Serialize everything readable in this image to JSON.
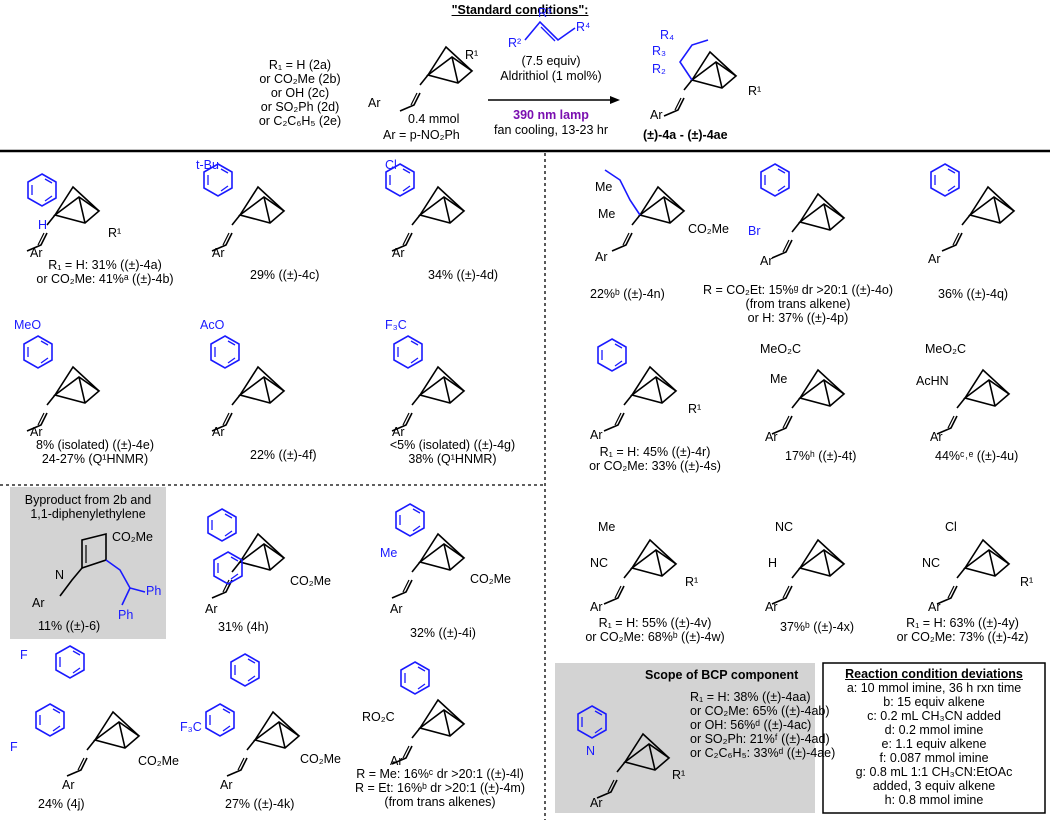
{
  "header": {
    "title": "\"Standard conditions\":",
    "r1_options": [
      "R₁ = H (2a)",
      "or CO₂Me (2b)",
      "or OH (2c)",
      "or SO₂Ph (2d)",
      "or C₂C₆H₅ (2e)"
    ],
    "imine_amount": "0.4 mmol",
    "ar_def": "Ar = p-NO₂Ph",
    "alkene_equiv": "(7.5 equiv)",
    "catalyst": "Aldrithiol (1 mol%)",
    "lamp": "390 nm lamp",
    "cooling": "fan cooling, 13-23 hr",
    "product_range": "(±)-4a - (±)-4ae"
  },
  "left_compounds": [
    {
      "id": "4a",
      "l1": "R₁ = H: 31% ((±)-4a)",
      "l2": "or CO₂Me: 41%ᵃ ((±)-4b)"
    },
    {
      "id": "4c",
      "l1": "29% ((±)-4c)"
    },
    {
      "id": "4d",
      "l1": "34% ((±)-4d)"
    },
    {
      "id": "4e",
      "l1": "8% (isolated) ((±)-4e)",
      "l2": "24-27% (Q¹HNMR)"
    },
    {
      "id": "4f",
      "l1": "22% ((±)-4f)"
    },
    {
      "id": "4g",
      "l1": "<5% (isolated) ((±)-4g)",
      "l2": "38% (Q¹HNMR)"
    },
    {
      "id": "4h",
      "l1": "31% (4h)"
    },
    {
      "id": "4i",
      "l1": "32% ((±)-4i)"
    },
    {
      "id": "4j",
      "l1": "24% (4j)"
    },
    {
      "id": "4k",
      "l1": "27% ((±)-4k)"
    },
    {
      "id": "4l",
      "l1": "R = Me: 16%ᶜ dr >20:1 ((±)-4l)",
      "l2": "R = Et: 16%ᵇ dr >20:1 ((±)-4m)",
      "l3": "(from trans alkenes)"
    }
  ],
  "byproduct": {
    "title1": "Byproduct from 2b and",
    "title2": "1,1-diphenylethylene",
    "yield": "11% ((±)-6)"
  },
  "right_compounds": [
    {
      "id": "4n",
      "l1": "22%ᵇ ((±)-4n)"
    },
    {
      "id": "4o",
      "l1": "R = CO₂Et: 15%ᵍ dr >20:1 ((±)-4o)",
      "l2": "(from trans alkene)",
      "l3": "or  H: 37% ((±)-4p)"
    },
    {
      "id": "4q",
      "l1": "36% ((±)-4q)"
    },
    {
      "id": "4r",
      "l1": "R₁ = H: 45% ((±)-4r)",
      "l2": "or CO₂Me: 33% ((±)-4s)"
    },
    {
      "id": "4t",
      "l1": "17%ʰ ((±)-4t)"
    },
    {
      "id": "4u",
      "l1": "44%ᶜ˒ᵉ ((±)-4u)"
    },
    {
      "id": "4v",
      "l1": "R₁ = H: 55% ((±)-4v)",
      "l2": "or CO₂Me: 68%ᵇ ((±)-4w)"
    },
    {
      "id": "4x",
      "l1": "37%ᵇ ((±)-4x)"
    },
    {
      "id": "4y",
      "l1": "R₁ = H: 63% ((±)-4y)",
      "l2": "or CO₂Me: 73% ((±)-4z)"
    }
  ],
  "scope": {
    "title": "Scope of BCP component",
    "lines": [
      "R₁ = H: 38% ((±)-4aa)",
      "or CO₂Me: 65% ((±)-4ab)",
      "or OH: 56%ᵈ ((±)-4ac)",
      "or SO₂Ph: 21%ᶠ ((±)-4ad)",
      "or C₂C₆H₅: 33%ᵈ ((±)-4ae)"
    ]
  },
  "deviations": {
    "title": "Reaction condition deviations",
    "items": [
      "a: 10 mmol imine, 36 h rxn time",
      "b: 15 equiv alkene",
      "c:  0.2 mL CH₃CN added",
      "d: 0.2 mmol imine",
      "e: 1.1 equiv alkene",
      "f: 0.087 mmol imine",
      "g: 0.8 mL 1:1 CH₃CN:EtOAc",
      "added, 3 equiv alkene",
      "h: 0.8 mmol imine"
    ]
  },
  "labels": {
    "ar": "Ar",
    "n": "N",
    "h": "H",
    "r1": "R¹",
    "me": "Me",
    "co2me": "CO₂Me",
    "meo2c": "MeO₂C",
    "nc": "NC",
    "cl": "Cl",
    "f": "F",
    "f3c": "F₃C",
    "meo": "MeO",
    "aco": "AcO",
    "tbu": "t-Bu",
    "br": "Br",
    "acHN": "AcHN",
    "ro2c": "RO₂C",
    "ph": "Ph",
    "r": "R",
    "r2": "R²",
    "r3": "R³",
    "r4": "R⁴",
    "r_2": "R₂",
    "r_3": "R₃",
    "r_4": "R₄"
  }
}
